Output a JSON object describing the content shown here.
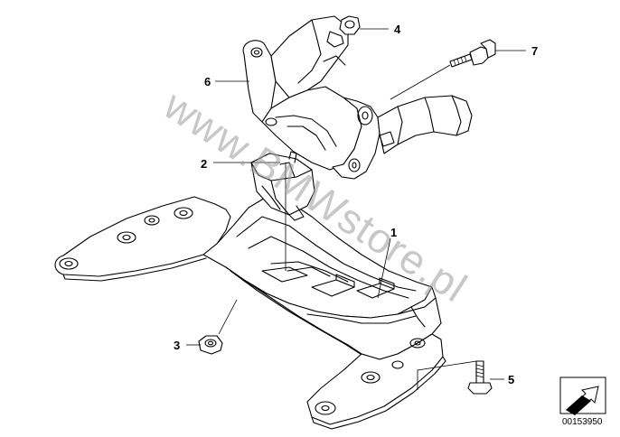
{
  "callouts": {
    "c1": "1",
    "c2": "2",
    "c3": "3",
    "c4": "4",
    "c5": "5",
    "c6": "6",
    "c7": "7"
  },
  "watermark": "www.BMWstore.pl",
  "catalog_number": "00153950",
  "icons": {
    "corner": "arrow-box-icon"
  },
  "colors": {
    "line": "#000000",
    "watermark": "#9a9a9a",
    "background": "#ffffff"
  }
}
